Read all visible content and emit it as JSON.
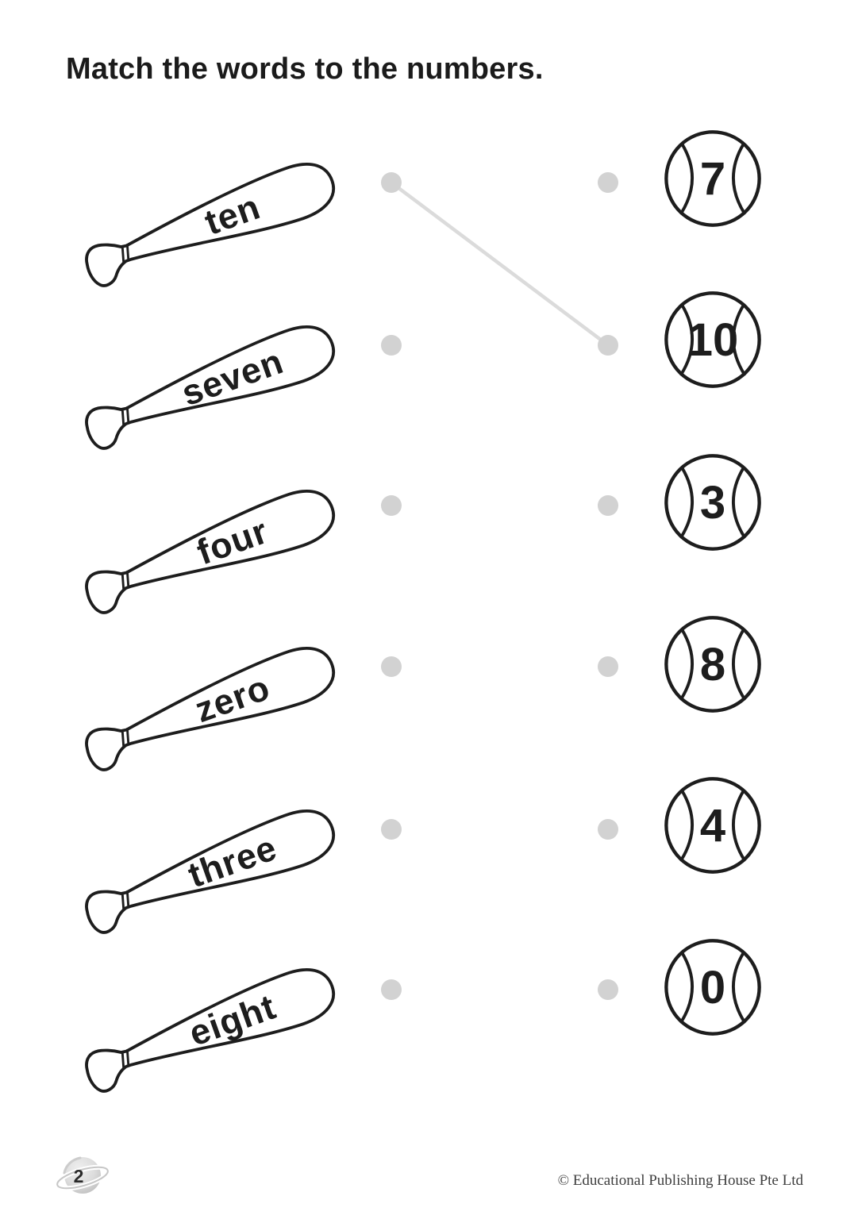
{
  "title": "Match the words to the numbers.",
  "pairs": [
    {
      "word": "ten",
      "number": "7"
    },
    {
      "word": "seven",
      "number": "10"
    },
    {
      "word": "four",
      "number": "3"
    },
    {
      "word": "zero",
      "number": "8"
    },
    {
      "word": "three",
      "number": "4"
    },
    {
      "word": "eight",
      "number": "0"
    }
  ],
  "example_connection": {
    "from_word": "ten",
    "to_number": "10"
  },
  "footer": {
    "page_number": "2",
    "copyright": "© Educational Publishing House Pte Ltd"
  },
  "colors": {
    "dot": "#d2d2d2",
    "connection_line": "#dbdbdb",
    "ink": "#1d1d1d"
  }
}
